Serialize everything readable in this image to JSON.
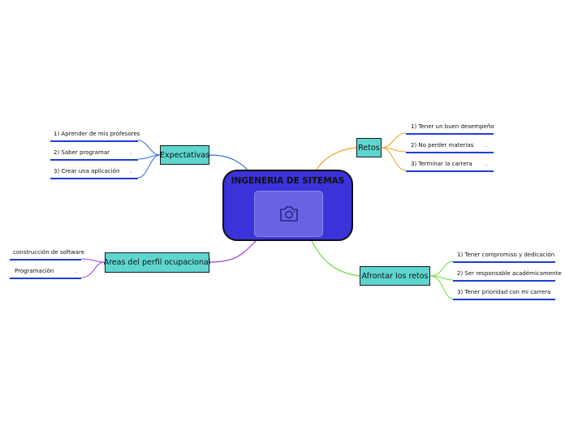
{
  "central": {
    "title": "INGENERIA DE SITEMAS"
  },
  "topics": {
    "expectativas": "Expectativas",
    "retos": "Retos",
    "areas": "Areas del perfil ocupacional",
    "afrontar": "Afrontar los retos"
  },
  "subtopics": {
    "expectativas": [
      "1) Aprender de mis profesores",
      "2) Saber programar",
      "3) Crear una aplicación"
    ],
    "retos": [
      "1) Tener un buen desempeño",
      "2) No perder materias",
      "3) Terminar la carrera"
    ],
    "areas": [
      "construcción de software",
      "Programación"
    ],
    "afrontar": [
      "1) Tener compromiso y dedicación",
      "2) Ser responsable académicamente",
      "3) Tener prioridad con mi carrera"
    ]
  },
  "dot": ".",
  "colors": {
    "central_fill": "#3b32d9",
    "topic_fill": "#5ed6cf",
    "underline": "#1f3fd6",
    "link_expectativas": "#2f6fe0",
    "link_retos": "#f5a020",
    "link_areas": "#a040d8",
    "link_afrontar": "#66e03a"
  },
  "icons": {
    "central_image": "camera-icon"
  }
}
